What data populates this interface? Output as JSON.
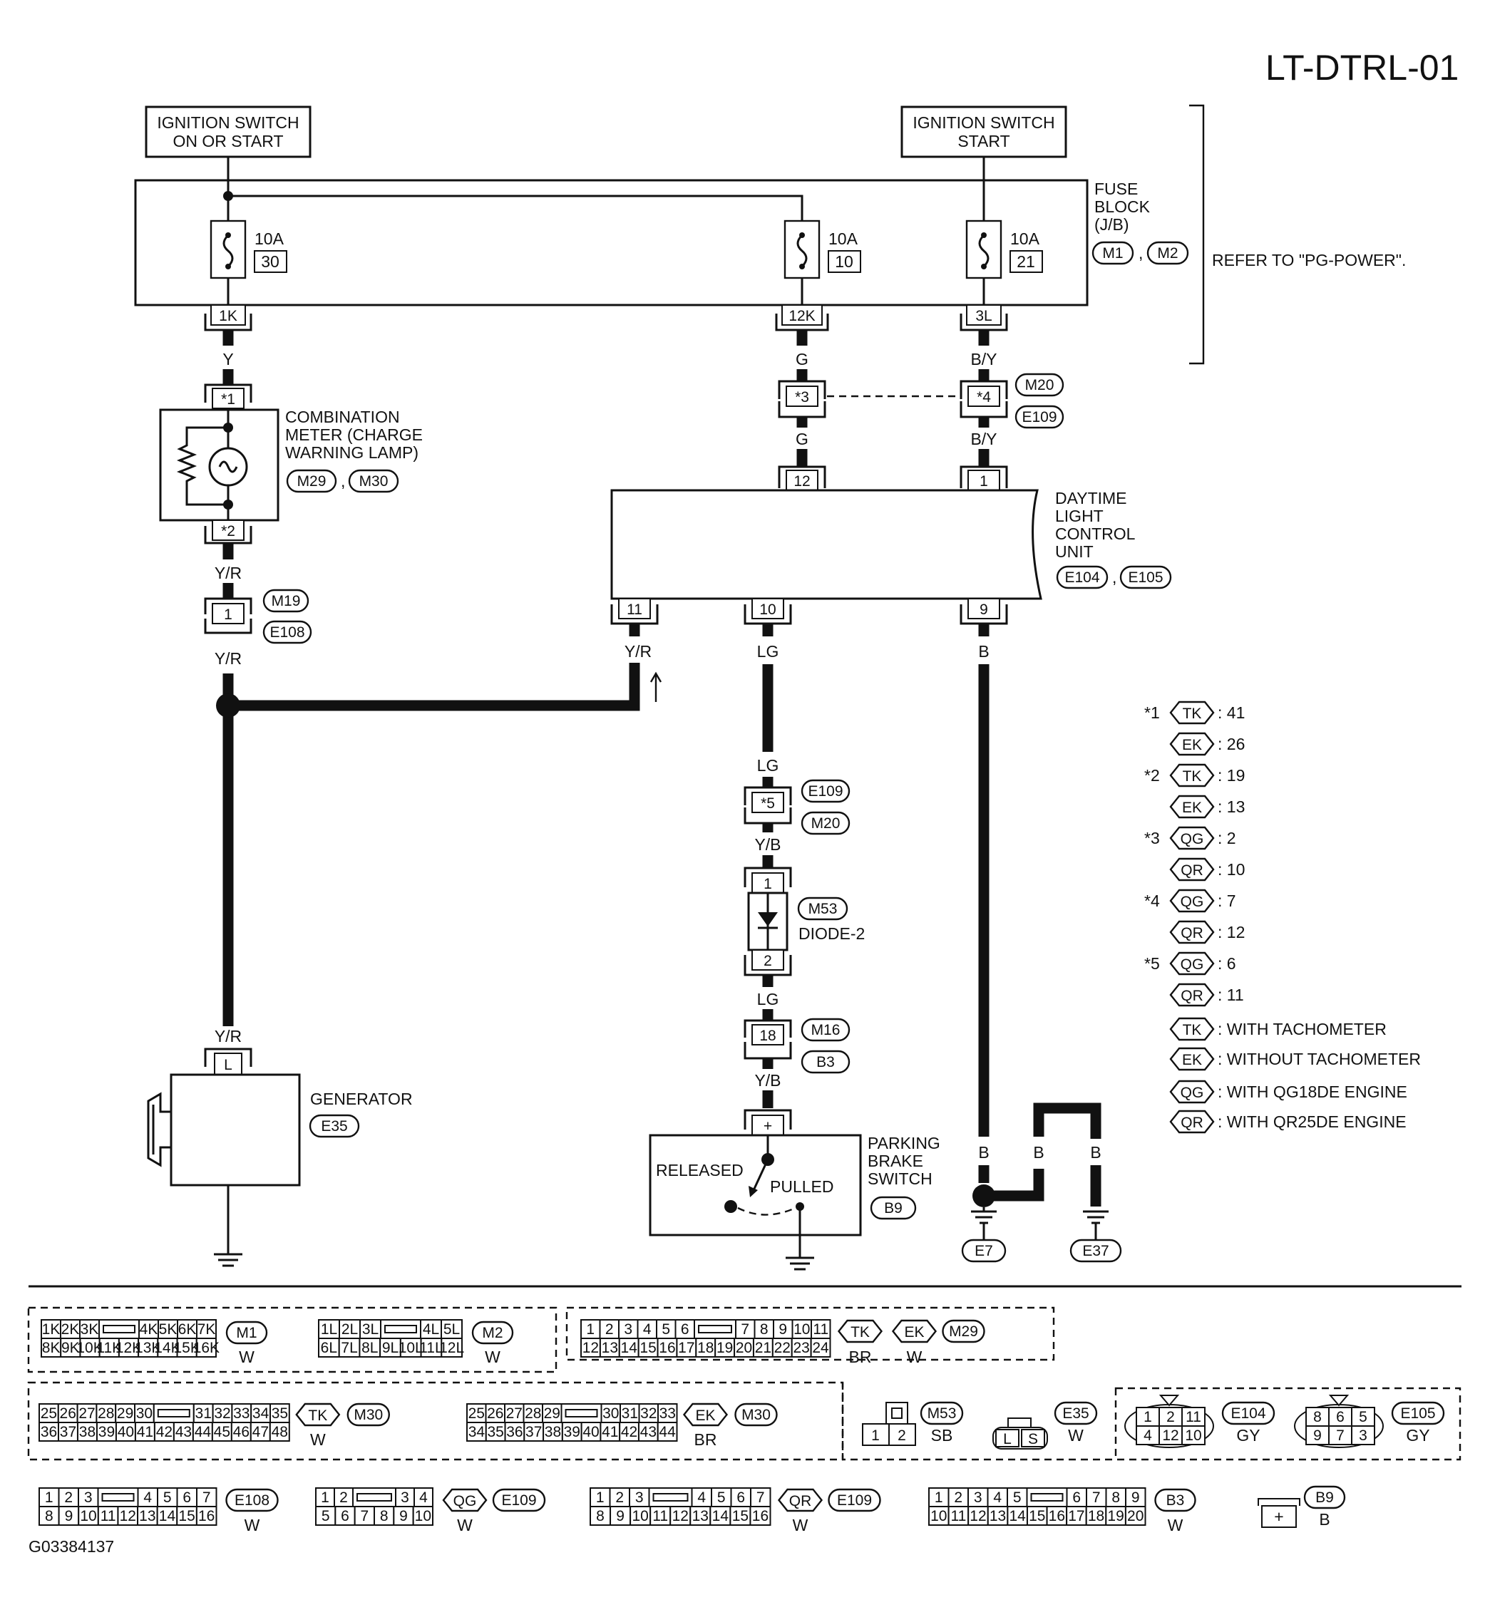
{
  "page_code": "LT-DTRL-01",
  "figure_id": "G03384137",
  "power": {
    "ign_on_start": [
      "IGNITION SWITCH",
      "ON OR START"
    ],
    "ign_start": [
      "IGNITION SWITCH",
      "START"
    ]
  },
  "fuse_block": {
    "label": [
      "FUSE",
      "BLOCK",
      "(J/B)"
    ],
    "connectors": [
      "M1",
      "M2"
    ],
    "refer": "REFER TO \"PG-POWER\".",
    "fuses": [
      {
        "amps": "10A",
        "number": "30",
        "terminal": "1K"
      },
      {
        "amps": "10A",
        "number": "10",
        "terminal": "12K"
      },
      {
        "amps": "10A",
        "number": "21",
        "terminal": "3L"
      }
    ]
  },
  "combination_meter": {
    "label": [
      "COMBINATION",
      "METER (CHARGE",
      "WARNING LAMP)"
    ],
    "connectors": [
      "M29",
      "M30"
    ],
    "pins": [
      "*1",
      "*2"
    ]
  },
  "wires": {
    "y": "Y",
    "yr": "Y/R",
    "g": "G",
    "by": "B/Y",
    "lg": "LG",
    "yb": "Y/B",
    "b": "B"
  },
  "joints": {
    "m19_e108": {
      "pin": "1",
      "connectors": [
        "M19",
        "E108"
      ]
    },
    "m20_e109": {
      "pins": [
        "*3",
        "*4"
      ],
      "connectors": [
        "M20",
        "E109"
      ]
    },
    "e109_m20": {
      "pin": "*5",
      "connectors": [
        "E109",
        "M20"
      ]
    },
    "m16_b3": {
      "pin": "18",
      "connectors": [
        "M16",
        "B3"
      ]
    }
  },
  "dtrl_unit": {
    "label": [
      "DAYTIME",
      "LIGHT",
      "CONTROL",
      "UNIT"
    ],
    "connectors": [
      "E104",
      "E105"
    ],
    "top_pins": [
      "12",
      "1"
    ],
    "bottom_pins": [
      "11",
      "10",
      "9"
    ]
  },
  "diode": {
    "label": "DIODE-2",
    "connector": "M53",
    "pins": [
      "1",
      "2"
    ]
  },
  "generator": {
    "label": "GENERATOR",
    "connector": "E35",
    "pin": "L"
  },
  "parking_brake": {
    "label": [
      "PARKING",
      "BRAKE",
      "SWITCH"
    ],
    "connector": "B9",
    "pin": "+",
    "released": "RELEASED",
    "pulled": "PULLED"
  },
  "grounds": [
    "E7",
    "E37"
  ],
  "notes": [
    {
      "mark": "*1",
      "code": "TK",
      "value": ": 41"
    },
    {
      "mark": "",
      "code": "EK",
      "value": ": 26"
    },
    {
      "mark": "*2",
      "code": "TK",
      "value": ": 19"
    },
    {
      "mark": "",
      "code": "EK",
      "value": ": 13"
    },
    {
      "mark": "*3",
      "code": "QG",
      "value": ": 2"
    },
    {
      "mark": "",
      "code": "QR",
      "value": ": 10"
    },
    {
      "mark": "*4",
      "code": "QG",
      "value": ": 7"
    },
    {
      "mark": "",
      "code": "QR",
      "value": ": 12"
    },
    {
      "mark": "*5",
      "code": "QG",
      "value": ": 6"
    },
    {
      "mark": "",
      "code": "QR",
      "value": ": 11"
    }
  ],
  "legend": [
    {
      "code": "TK",
      "text": ": WITH TACHOMETER"
    },
    {
      "code": "EK",
      "text": ": WITHOUT TACHOMETER"
    },
    {
      "code": "QG",
      "text": ": WITH QG18DE ENGINE"
    },
    {
      "code": "QR",
      "text": ": WITH QR25DE ENGINE"
    }
  ],
  "connector_faces": {
    "m1": {
      "top": [
        "1K",
        "2K",
        "3K",
        "",
        "4K",
        "5K",
        "6K",
        "7K"
      ],
      "bottom": [
        "8K",
        "9K",
        "10K",
        "11K",
        "12K",
        "13K",
        "14K",
        "15K",
        "16K"
      ],
      "name": "M1",
      "color": "W"
    },
    "m2": {
      "top": [
        "1L",
        "2L",
        "3L",
        "",
        "4L",
        "5L"
      ],
      "bottom": [
        "6L",
        "7L",
        "8L",
        "9L",
        "10L",
        "11L",
        "12L"
      ],
      "name": "M2",
      "color": "W"
    },
    "m29": {
      "top": [
        "1",
        "2",
        "3",
        "4",
        "5",
        "6",
        "",
        "7",
        "8",
        "9",
        "10",
        "11"
      ],
      "bottom": [
        "12",
        "13",
        "14",
        "15",
        "16",
        "17",
        "18",
        "19",
        "20",
        "21",
        "22",
        "23",
        "24"
      ],
      "name": "M29",
      "tags": [
        "TK",
        "EK"
      ],
      "colors": [
        "BR",
        "W"
      ]
    },
    "m30_tk": {
      "top": [
        "25",
        "26",
        "27",
        "28",
        "29",
        "30",
        "",
        "31",
        "32",
        "33",
        "34",
        "35"
      ],
      "bottom": [
        "36",
        "37",
        "38",
        "39",
        "40",
        "41",
        "42",
        "43",
        "44",
        "45",
        "46",
        "47",
        "48"
      ],
      "name": "M30",
      "tag": "TK",
      "color": "W"
    },
    "m30_ek": {
      "top": [
        "25",
        "26",
        "27",
        "28",
        "29",
        "",
        "30",
        "31",
        "32",
        "33"
      ],
      "bottom": [
        "34",
        "35",
        "36",
        "37",
        "38",
        "39",
        "40",
        "41",
        "42",
        "43",
        "44"
      ],
      "name": "M30",
      "tag": "EK",
      "color": "BR"
    },
    "m53": {
      "pins": [
        "1",
        "2"
      ],
      "name": "M53",
      "color": "SB"
    },
    "e35": {
      "pins": [
        "L",
        "S"
      ],
      "name": "E35",
      "color": "W"
    },
    "e104": {
      "top": [
        "1",
        "2",
        "11"
      ],
      "bottom": [
        "4",
        "12",
        "10"
      ],
      "name": "E104",
      "color": "GY"
    },
    "e105": {
      "top": [
        "8",
        "6",
        "5"
      ],
      "bottom": [
        "9",
        "7",
        "3"
      ],
      "name": "E105",
      "color": "GY"
    },
    "e108": {
      "top": [
        "1",
        "2",
        "3",
        "",
        "4",
        "5",
        "6",
        "7"
      ],
      "bottom": [
        "8",
        "9",
        "10",
        "11",
        "12",
        "13",
        "14",
        "15",
        "16"
      ],
      "name": "E108",
      "color": "W"
    },
    "e109_qg": {
      "top": [
        "1",
        "2",
        "",
        "3",
        "4"
      ],
      "bottom": [
        "5",
        "6",
        "7",
        "8",
        "9",
        "10"
      ],
      "name": "E109",
      "tag": "QG",
      "color": "W"
    },
    "e109_qr": {
      "top": [
        "1",
        "2",
        "3",
        "",
        "4",
        "5",
        "6",
        "7"
      ],
      "bottom": [
        "8",
        "9",
        "10",
        "11",
        "12",
        "13",
        "14",
        "15",
        "16"
      ],
      "name": "E109",
      "tag": "QR",
      "color": "W"
    },
    "b3": {
      "top": [
        "1",
        "2",
        "3",
        "4",
        "5",
        "",
        "6",
        "7",
        "8",
        "9"
      ],
      "bottom": [
        "10",
        "11",
        "12",
        "13",
        "14",
        "15",
        "16",
        "17",
        "18",
        "19",
        "20"
      ],
      "name": "B3",
      "color": "W"
    },
    "b9": {
      "pin": "+",
      "name": "B9",
      "color": "B"
    }
  }
}
